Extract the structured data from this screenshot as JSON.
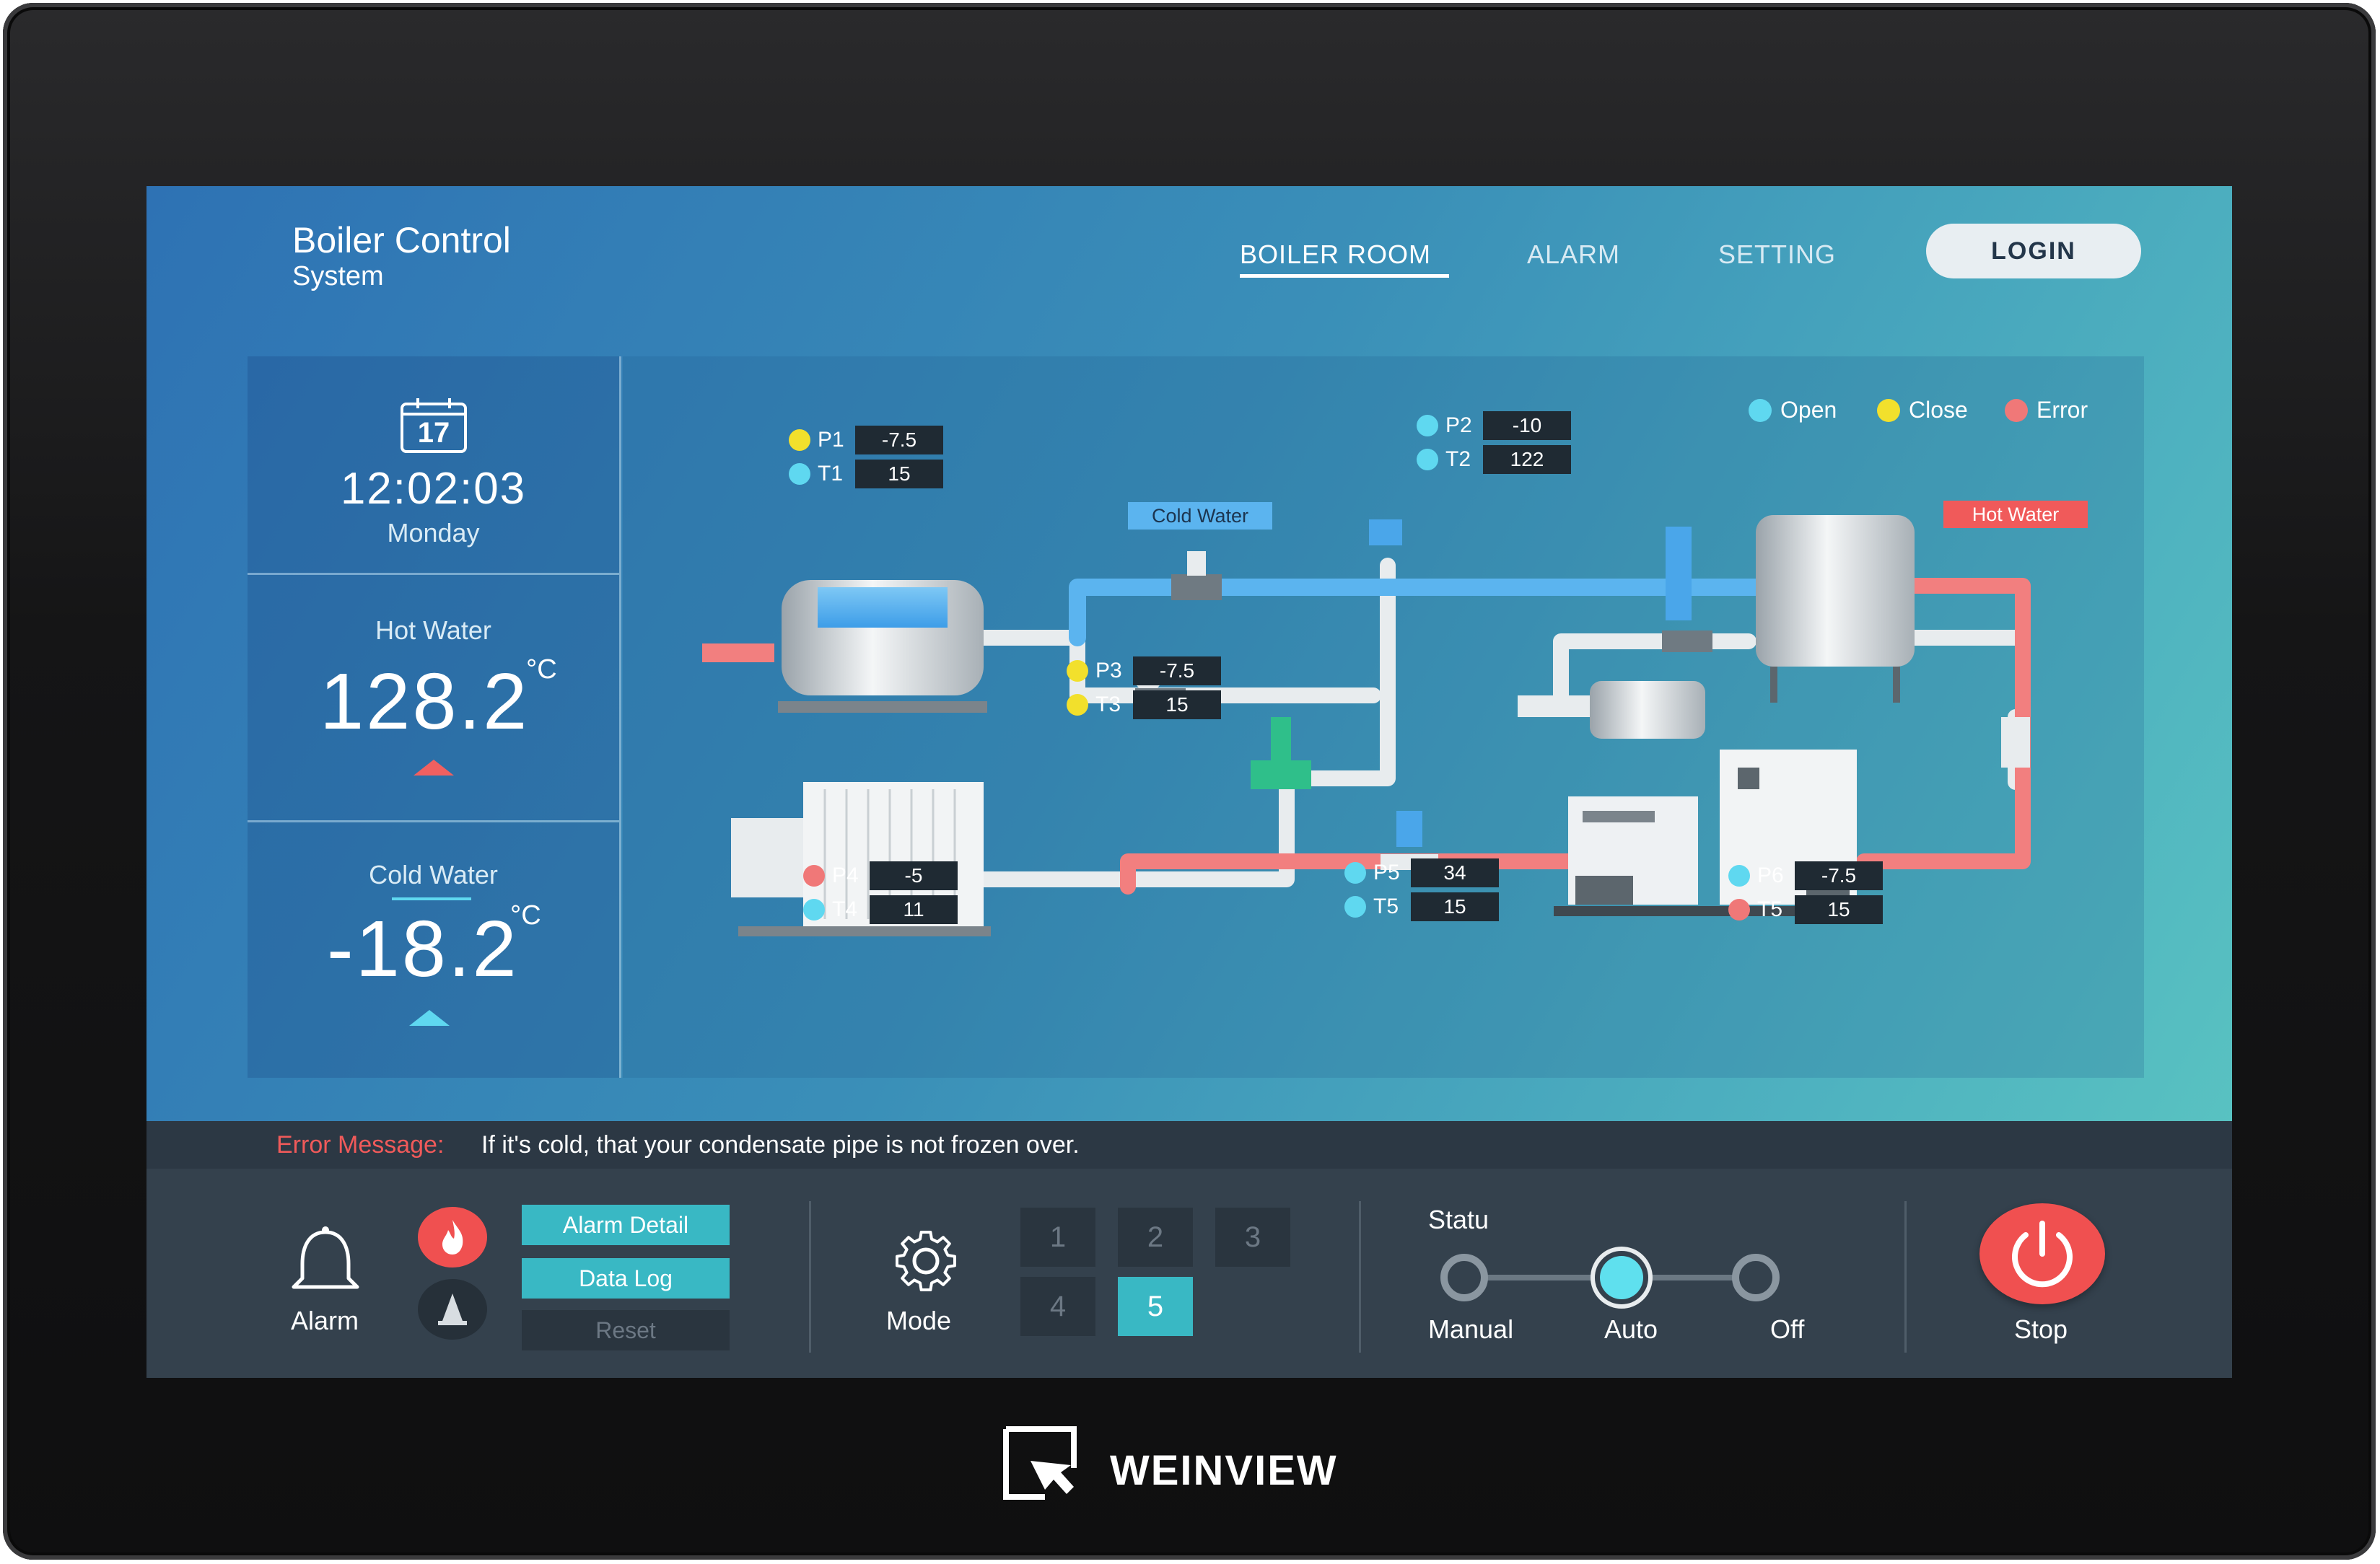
{
  "header": {
    "title_line1": "Boiler Control",
    "title_line2": "System",
    "nav": [
      {
        "label": "BOILER ROOM",
        "active": true
      },
      {
        "label": "ALARM",
        "active": false
      },
      {
        "label": "SETTING",
        "active": false
      }
    ],
    "login_label": "LOGIN"
  },
  "clock": {
    "calendar_day": "17",
    "time": "12:02:03",
    "day": "Monday"
  },
  "hot_water": {
    "title": "Hot Water",
    "value": "128.2",
    "unit": "°C"
  },
  "cold_water": {
    "title": "Cold Water",
    "value": "-18.2",
    "unit": "°C"
  },
  "legend": [
    {
      "label": "Open",
      "color": "#5fd8f0"
    },
    {
      "label": "Close",
      "color": "#f2e02c"
    },
    {
      "label": "Error",
      "color": "#f07878"
    }
  ],
  "tags": {
    "cold_water": "Cold Water",
    "hot_water": "Hot Water"
  },
  "sensors": {
    "p1": {
      "label": "P1",
      "value": "-7.5",
      "color": "#f2e02c"
    },
    "t1": {
      "label": "T1",
      "value": "15",
      "color": "#5fd8f0"
    },
    "p2": {
      "label": "P2",
      "value": "-10",
      "color": "#5fd8f0"
    },
    "t2": {
      "label": "T2",
      "value": "122",
      "color": "#5fd8f0"
    },
    "p3": {
      "label": "P3",
      "value": "-7.5",
      "color": "#f2e02c"
    },
    "t3": {
      "label": "T3",
      "value": "15",
      "color": "#f2e02c"
    },
    "p4": {
      "label": "P4",
      "value": "-5",
      "color": "#f07878"
    },
    "t4": {
      "label": "T4",
      "value": "11",
      "color": "#5fd8f0"
    },
    "p5": {
      "label": "P5",
      "value": "34",
      "color": "#5fd8f0"
    },
    "t5a": {
      "label": "T5",
      "value": "15",
      "color": "#5fd8f0"
    },
    "p6": {
      "label": "P6",
      "value": "-7.5",
      "color": "#5fd8f0"
    },
    "t5b": {
      "label": "T5",
      "value": "15",
      "color": "#f07878"
    }
  },
  "error": {
    "label": "Error Message:",
    "text": "If it's cold, that your condensate pipe is not frozen over."
  },
  "bottom": {
    "alarm_label": "Alarm",
    "alarm_detail": "Alarm Detail",
    "data_log": "Data Log",
    "reset": "Reset",
    "mode_label": "Mode",
    "mode_buttons": [
      "1",
      "2",
      "3",
      "4",
      "5"
    ],
    "active_mode": "5",
    "status_title": "Statu",
    "status_options": [
      "Manual",
      "Auto",
      "Off"
    ],
    "active_status": "Auto",
    "stop_label": "Stop"
  },
  "brand": "WEINVIEW"
}
